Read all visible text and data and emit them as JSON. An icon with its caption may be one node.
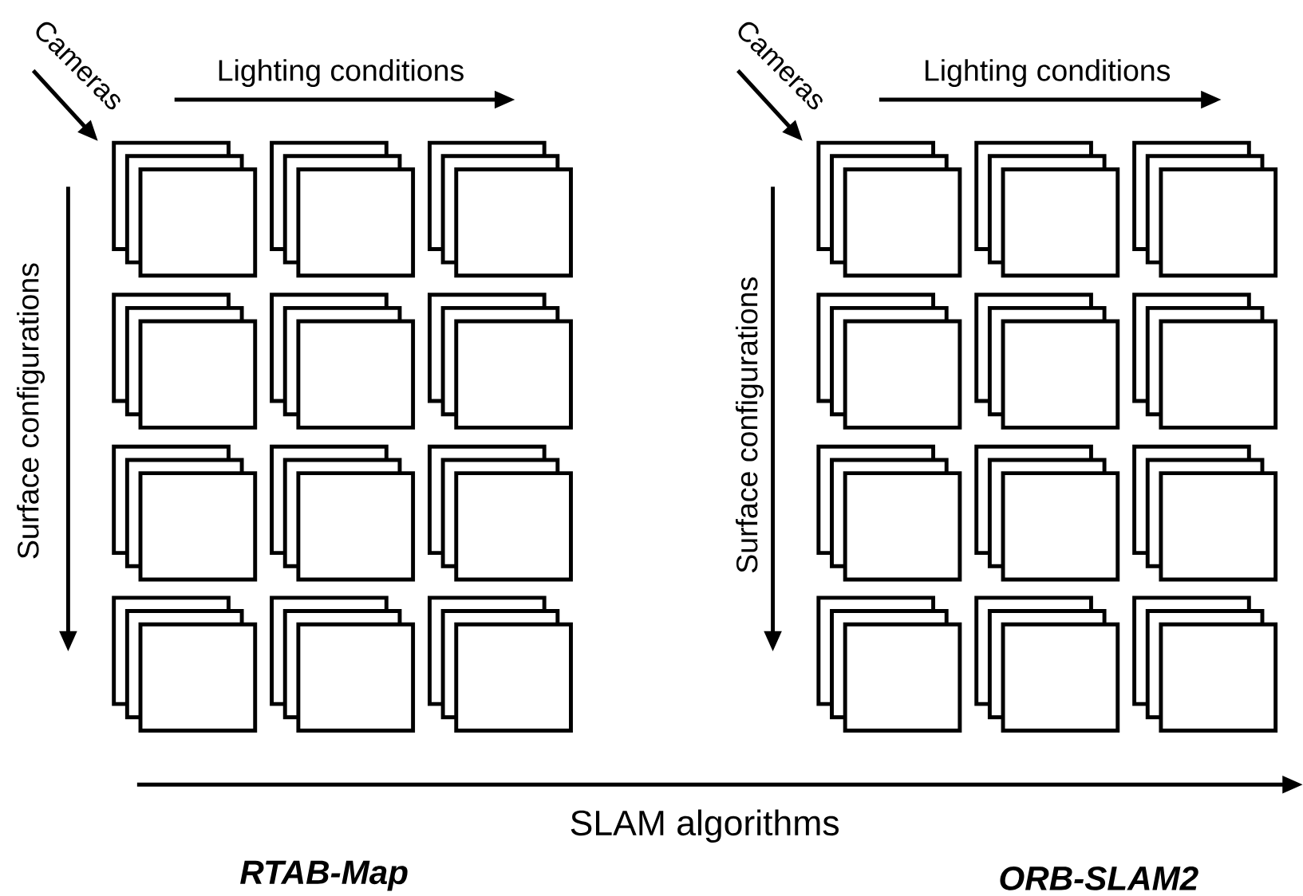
{
  "diagram": {
    "labels": [
      "Cameras",
      "Lighting conditions",
      "Cameras",
      "Lighting conditions",
      "Surface configurations",
      "Surface configurations",
      "SLAM algorithms",
      "RTAB-Map",
      "ORB-SLAM2"
    ]
  }
}
